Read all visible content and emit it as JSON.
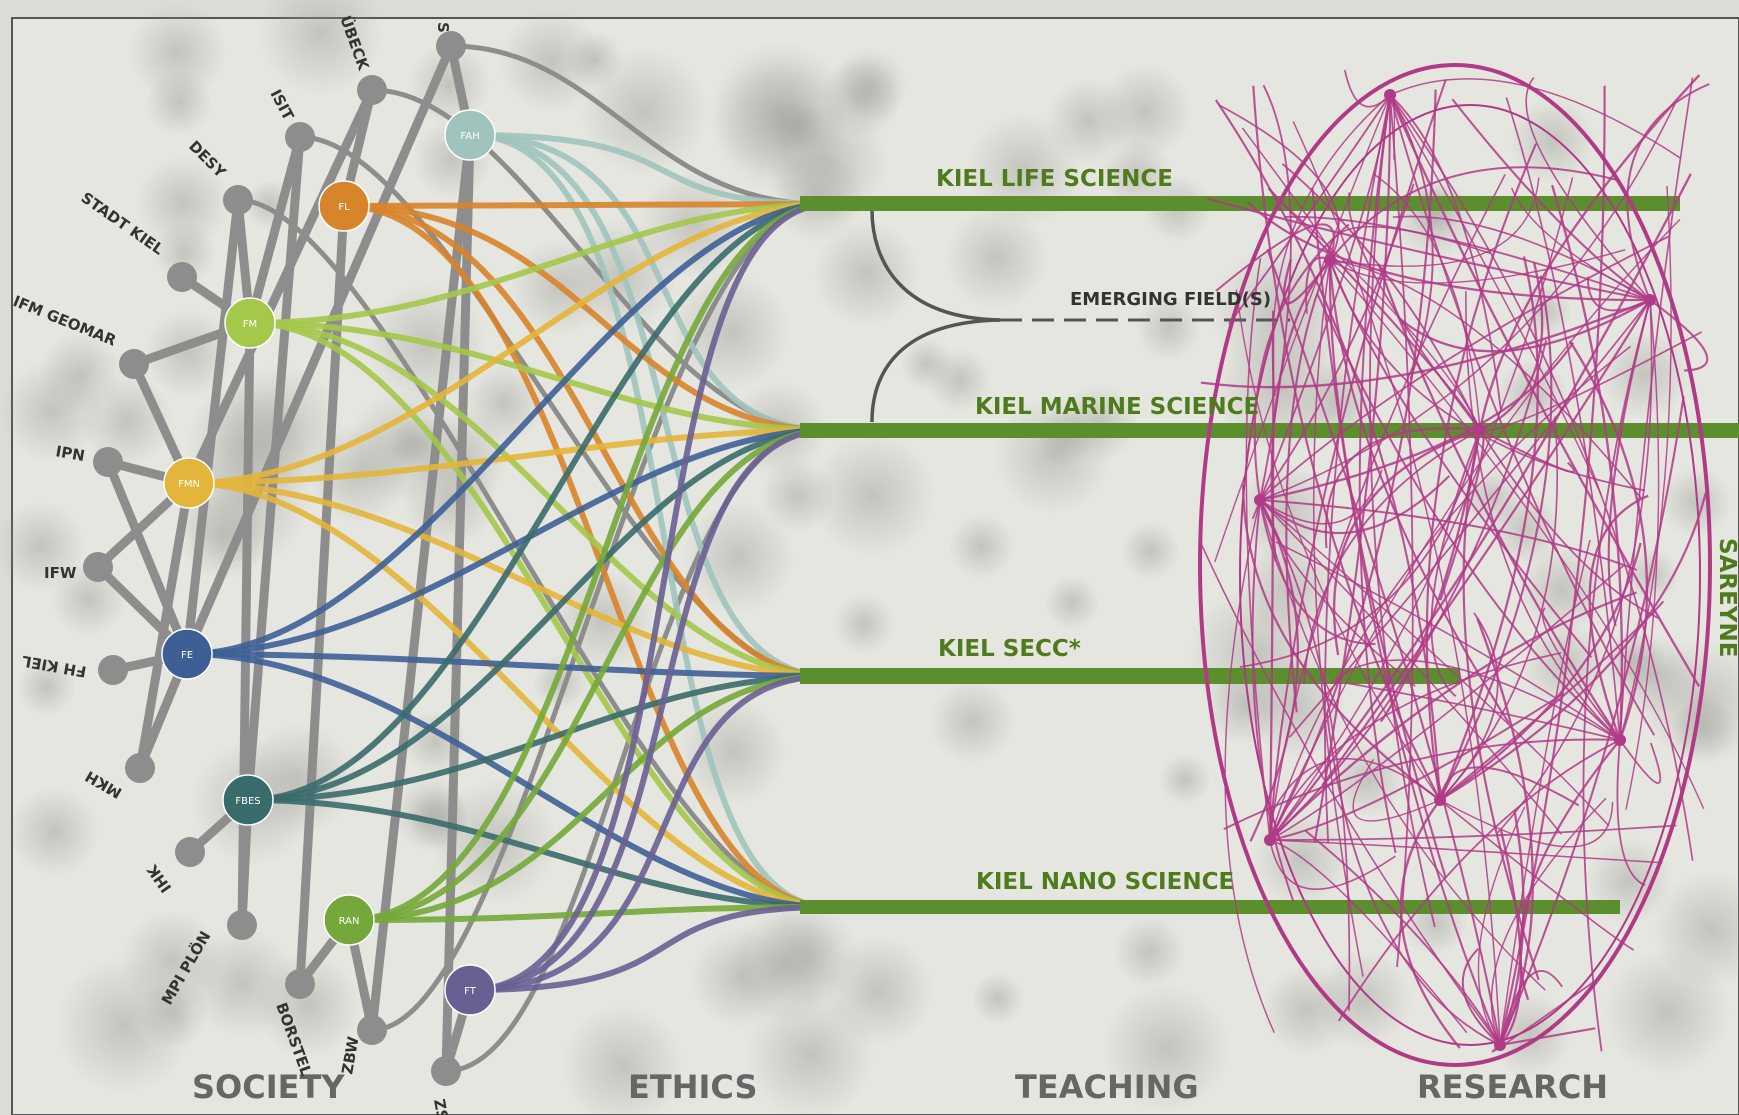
{
  "institutions": [
    {
      "id": "s",
      "label": "S"
    },
    {
      "id": "lubeck",
      "label": "ÜBECK"
    },
    {
      "id": "isit",
      "label": "ISIT"
    },
    {
      "id": "desy",
      "label": "DESY"
    },
    {
      "id": "stadt_kiel",
      "label": "STADT KIEL"
    },
    {
      "id": "ifm_geomar",
      "label": "IFM GEOMAR"
    },
    {
      "id": "ipn",
      "label": "IPN"
    },
    {
      "id": "ifw",
      "label": "IFW"
    },
    {
      "id": "fh_kiel",
      "label": "FH KIEL"
    },
    {
      "id": "mkh",
      "label": "MKH"
    },
    {
      "id": "ihk",
      "label": "IHK"
    },
    {
      "id": "mpi_plon",
      "label": "MPI PLÖN"
    },
    {
      "id": "borstel",
      "label": "BORSTEL"
    },
    {
      "id": "zbw",
      "label": "ZBW"
    },
    {
      "id": "zs",
      "label": "ZS"
    }
  ],
  "faculties": [
    {
      "id": "FAH",
      "label": "FAH",
      "color": "#9fc4bd"
    },
    {
      "id": "FL",
      "label": "FL",
      "color": "#d8842a"
    },
    {
      "id": "FM",
      "label": "FM",
      "color": "#a3c84a"
    },
    {
      "id": "FMN",
      "label": "FMN",
      "color": "#e3b53a"
    },
    {
      "id": "FE",
      "label": "FE",
      "color": "#3e5f96"
    },
    {
      "id": "FBES",
      "label": "FBES",
      "color": "#3a6b6b"
    },
    {
      "id": "RAN",
      "label": "RAN",
      "color": "#74a83a"
    },
    {
      "id": "FT",
      "label": "FT",
      "color": "#6a5f93"
    }
  ],
  "fields": [
    {
      "id": "life",
      "label": "KIEL LIFE SCIENCE"
    },
    {
      "id": "marine",
      "label": "KIEL  MARINE SCIENCE"
    },
    {
      "id": "secc",
      "label": "KIEL SECC*"
    },
    {
      "id": "nano",
      "label": "KIEL  NANO SCIENCE"
    }
  ],
  "emerging_label": "EMERGING FIELD(S)",
  "side_label": "SAREYNE",
  "categories": [
    "SOCIETY",
    "ETHICS",
    "TEACHING",
    "RESEARCH"
  ],
  "colors": {
    "field_bar": "#5b8e2c",
    "research_web": "#b03a86",
    "gray_link": "#8a8a8a"
  }
}
